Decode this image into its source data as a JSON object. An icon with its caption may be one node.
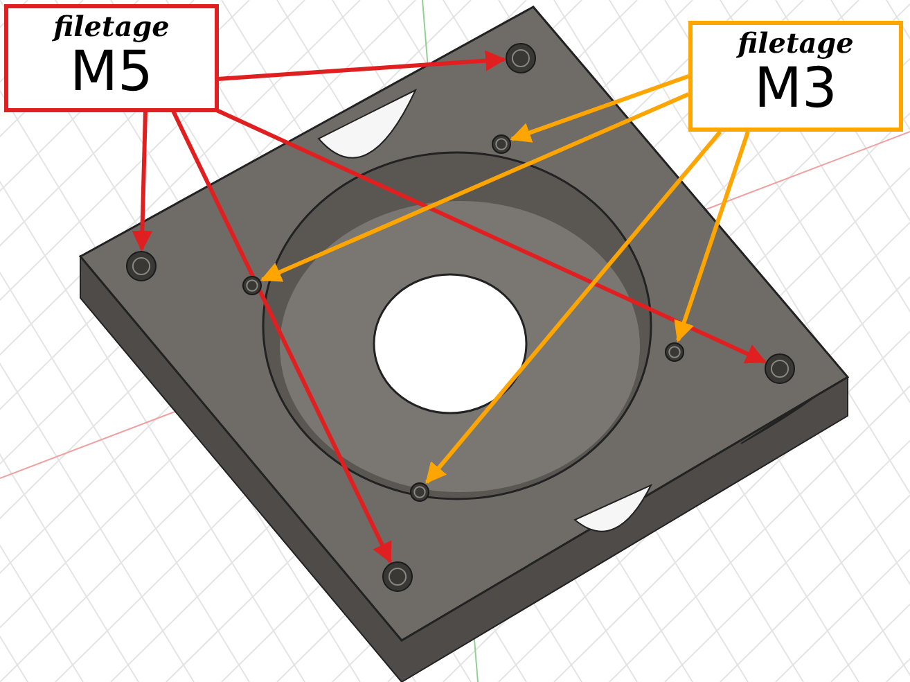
{
  "diagram": {
    "nodes": [
      {
        "text": [
          "filetage",
          "M5"
        ]
      },
      {
        "text": [
          "filetage",
          "M3"
        ]
      },
      {
        "text": [],
        "shape": "circle"
      },
      {
        "text": [],
        "shape": "circle"
      },
      {
        "text": [],
        "shape": "circle"
      },
      {
        "text": [],
        "shape": "circle"
      },
      {
        "text": [],
        "shape": "circle"
      },
      {
        "text": [],
        "shape": "circle"
      },
      {
        "text": [],
        "shape": "circle"
      },
      {
        "text": [],
        "shape": "circle"
      }
    ],
    "edges": [
      {
        "from": 0,
        "to": 7,
        "arrow": "to",
        "color": "#e02020"
      },
      {
        "from": 0,
        "to": 2,
        "arrow": "to",
        "color": "#e02020"
      },
      {
        "from": 0,
        "to": 4,
        "arrow": "to",
        "color": "#e02020"
      },
      {
        "from": 0,
        "to": 9,
        "arrow": "to",
        "color": "#e02020"
      },
      {
        "from": 1,
        "to": 6,
        "arrow": "to",
        "color": "#ffa500"
      },
      {
        "from": 1,
        "to": 3,
        "arrow": "to",
        "color": "#ffa500"
      },
      {
        "from": 1,
        "to": 8,
        "arrow": "to",
        "color": "#ffa500"
      },
      {
        "from": 1,
        "to": 5,
        "arrow": "to",
        "color": "#ffa500"
      }
    ]
  }
}
